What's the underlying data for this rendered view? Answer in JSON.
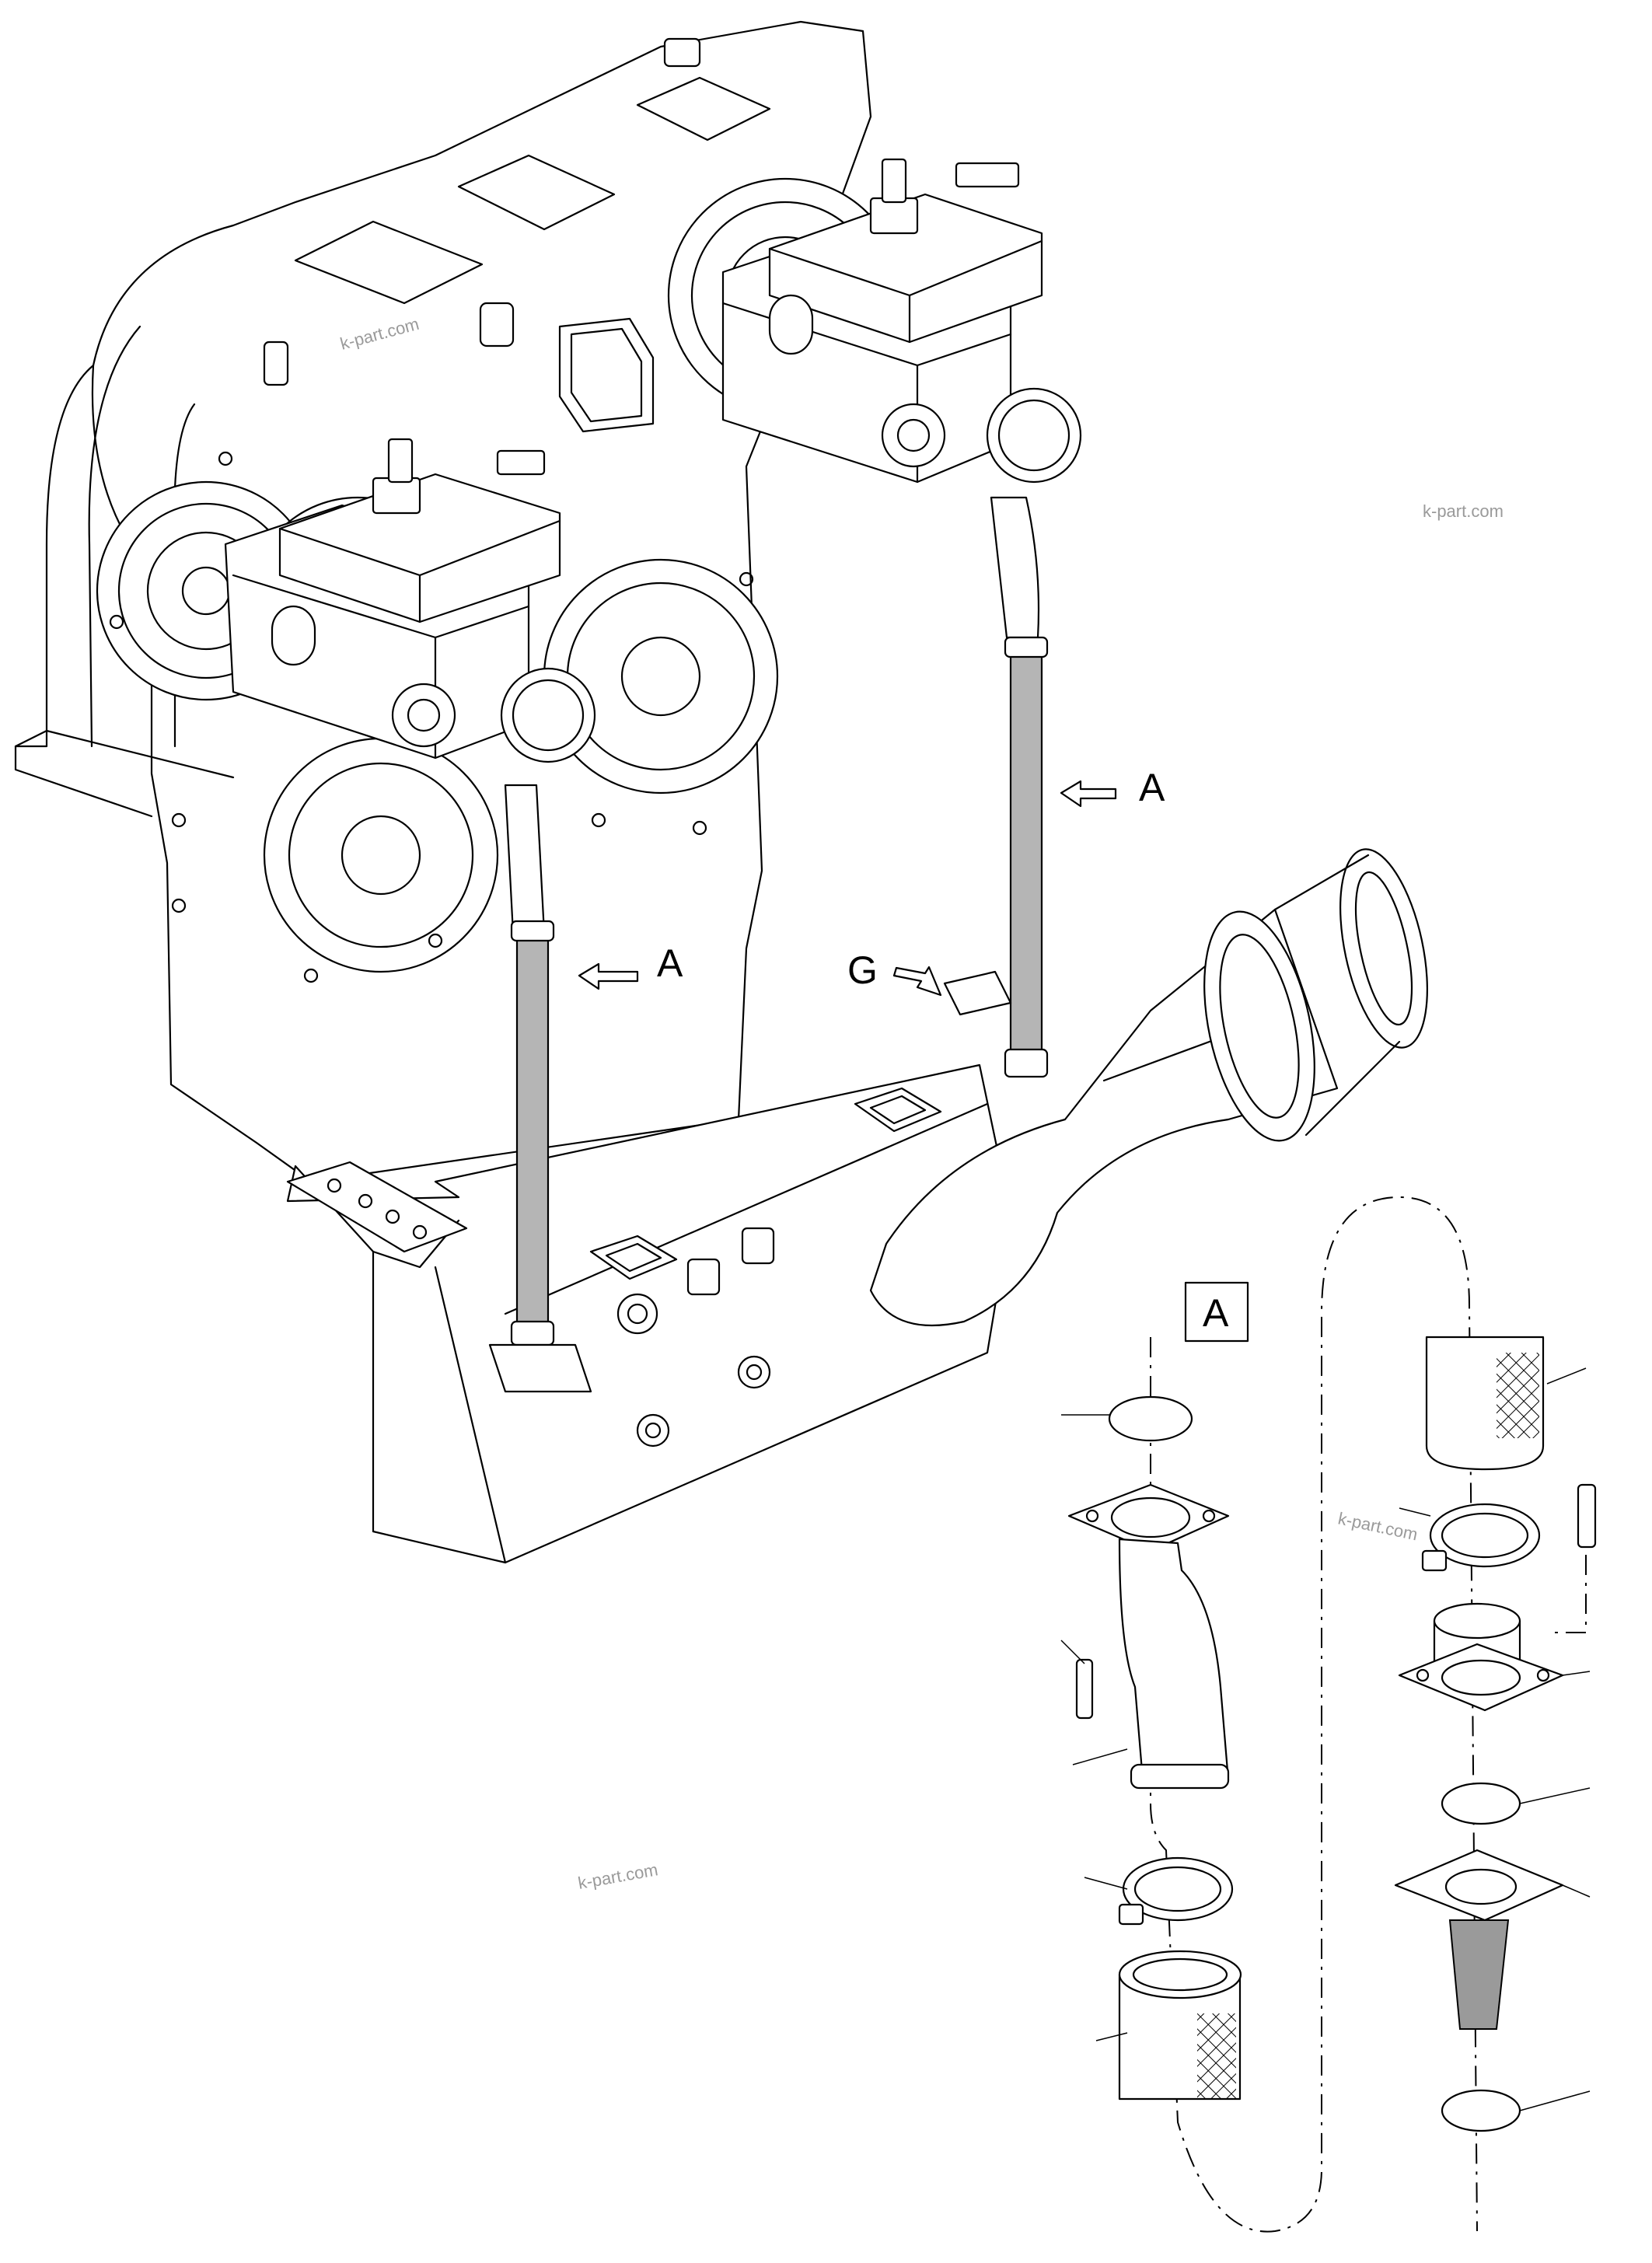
{
  "callouts": {
    "arrow_a_left": "A",
    "arrow_a_right": "A",
    "arrow_g": "G",
    "detail_box": "A"
  },
  "watermarks": [
    "k-part.com",
    "k-part.com",
    "k-part.com",
    "k-part.com"
  ],
  "colors": {
    "line": "#000000",
    "hose_fill": "#b5b5b5",
    "filter_fill": "#9a9a9a",
    "watermark": "#9a9a9a"
  }
}
